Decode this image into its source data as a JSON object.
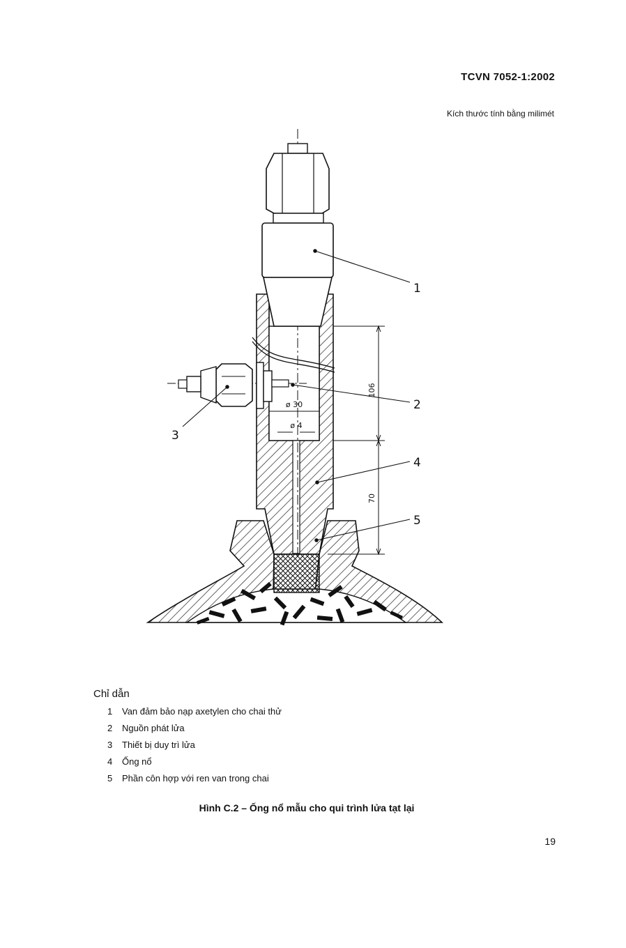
{
  "header": {
    "standard_code": "TCVN 7052-1:2002",
    "units_note": "Kích thước tính bằng milimét"
  },
  "figure": {
    "callouts": [
      "1",
      "2",
      "3",
      "4",
      "5"
    ],
    "dimensions": {
      "dim_106": "106",
      "dim_70": "70",
      "dia_30": "ø 30",
      "dia_4": "ø 4"
    }
  },
  "legend": {
    "title": "Chỉ dẫn",
    "items": [
      {
        "num": "1",
        "text": "Van đảm bảo nạp axetylen cho chai thử"
      },
      {
        "num": "2",
        "text": "Nguồn phát lửa"
      },
      {
        "num": "3",
        "text": "Thiết bị duy trì lửa"
      },
      {
        "num": "4",
        "text": "Ống nổ"
      },
      {
        "num": "5",
        "text": "Phần côn hợp với ren van trong chai"
      }
    ]
  },
  "caption": "Hình C.2 – Ống nổ mẫu cho qui trình lửa tạt lại",
  "page_number": "19"
}
